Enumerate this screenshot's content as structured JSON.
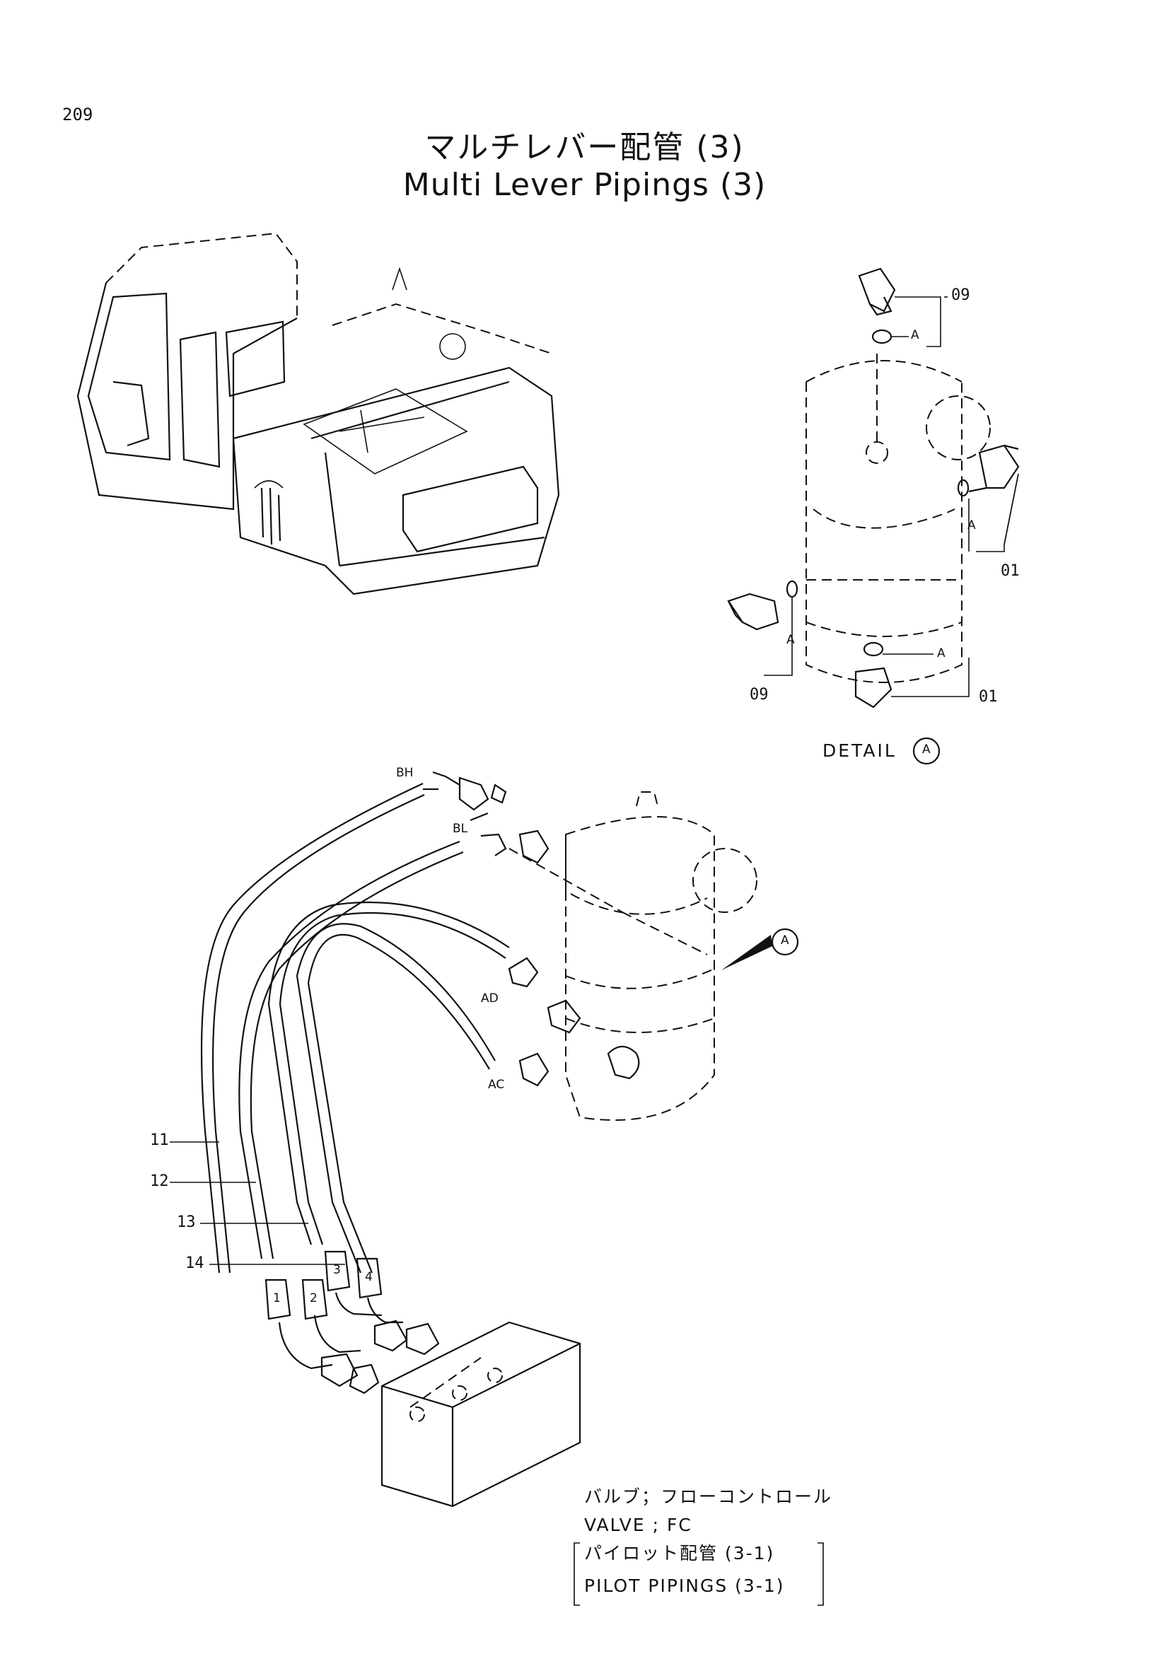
{
  "page_number": "209",
  "title_jp": "マルチレバー配管 (3)",
  "title_en": "Multi Lever Pipings (3)",
  "detail": {
    "label": "DETAIL",
    "callout": "A",
    "parts": {
      "top_right": "09",
      "right": "01",
      "left": "09",
      "bottom": "01"
    },
    "oring_marker": "A"
  },
  "main": {
    "ports": {
      "bh": "BH",
      "bl": "BL",
      "ad": "AD",
      "ac": "AC"
    },
    "detail_callout": "A",
    "hoses": [
      "11",
      "12",
      "13",
      "14"
    ],
    "hose_numbers": [
      "1",
      "2",
      "3",
      "4"
    ]
  },
  "notes": {
    "valve_jp": "バルブ；フローコントロール",
    "valve_en": "VALVE ; FC",
    "ref_jp": "パイロット配管 (3-1)",
    "ref_en": "PILOT  PIPINGS  (3-1)"
  }
}
